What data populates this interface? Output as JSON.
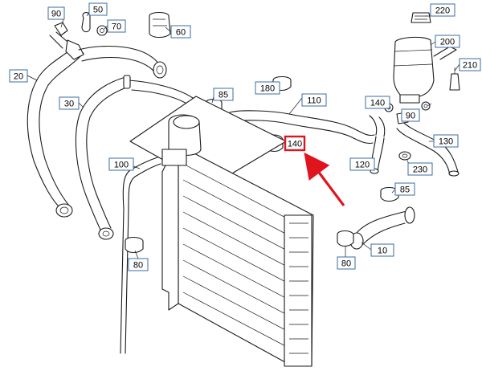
{
  "colors": {
    "callout_border": "#3a6ea5",
    "highlight": "#e0141e",
    "line": "#1a1a1a"
  },
  "highlighted_callout": "140",
  "callouts": [
    {
      "label": "90"
    },
    {
      "label": "50"
    },
    {
      "label": "70"
    },
    {
      "label": "60"
    },
    {
      "label": "220"
    },
    {
      "label": "200"
    },
    {
      "label": "210"
    },
    {
      "label": "20"
    },
    {
      "label": "30"
    },
    {
      "label": "180"
    },
    {
      "label": "85"
    },
    {
      "label": "110"
    },
    {
      "label": "140"
    },
    {
      "label": "90"
    },
    {
      "label": "140"
    },
    {
      "label": "130"
    },
    {
      "label": "100"
    },
    {
      "label": "120"
    },
    {
      "label": "230"
    },
    {
      "label": "85"
    },
    {
      "label": "80"
    },
    {
      "label": "80"
    },
    {
      "label": "10"
    }
  ]
}
